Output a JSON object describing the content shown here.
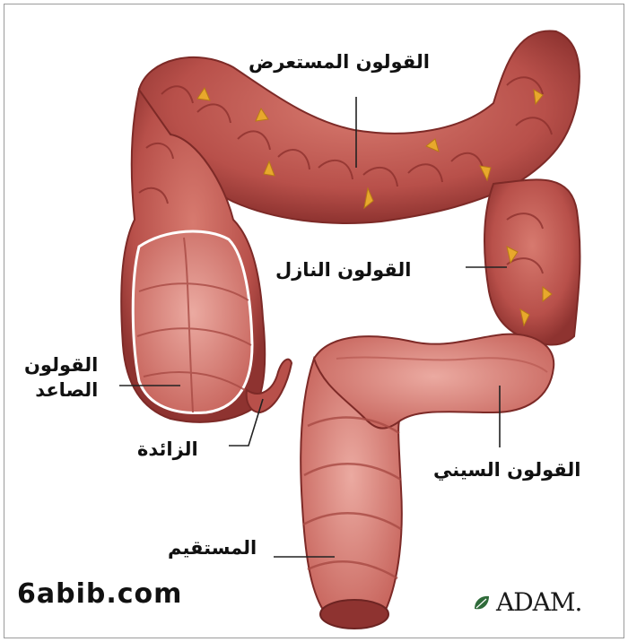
{
  "labels": {
    "transverse_colon": "القولون المستعرض",
    "descending_colon": "القولون النازل",
    "ascending_colon_line1": "القولون",
    "ascending_colon_line2": "الصاعد",
    "appendix": "الزائدة",
    "sigmoid_colon": "القولون السيني",
    "rectum": "المستقيم"
  },
  "branding": {
    "site": "6abib.com",
    "publisher": "ADAM."
  },
  "colors": {
    "outer_tissue": "#b8504a",
    "inner_tissue": "#d8857e",
    "haustra_shadow": "#8a2e2b",
    "fat_tags": "#e8a82c",
    "leader_lines": "#222222"
  },
  "icons": {
    "publisher_logo": "adam-leaf-icon"
  }
}
